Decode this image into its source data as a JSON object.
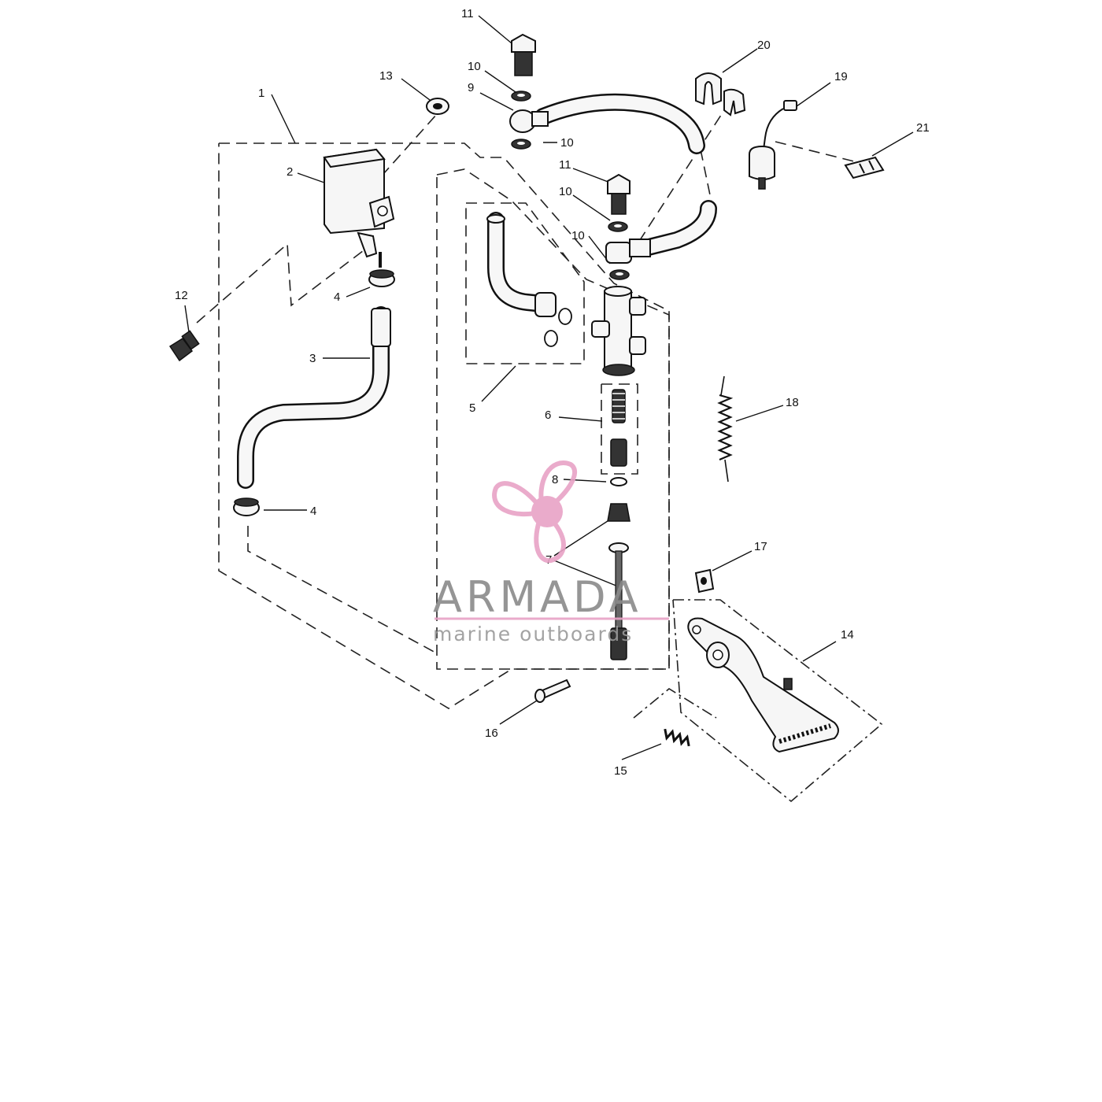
{
  "diagram": {
    "callouts": [
      {
        "id": "c1",
        "text": "1"
      },
      {
        "id": "c2",
        "text": "2"
      },
      {
        "id": "c3",
        "text": "3"
      },
      {
        "id": "c4a",
        "text": "4"
      },
      {
        "id": "c4b",
        "text": "4"
      },
      {
        "id": "c5",
        "text": "5"
      },
      {
        "id": "c6",
        "text": "6"
      },
      {
        "id": "c7",
        "text": "7"
      },
      {
        "id": "c8",
        "text": "8"
      },
      {
        "id": "c9",
        "text": "9"
      },
      {
        "id": "c10a",
        "text": "10"
      },
      {
        "id": "c10b",
        "text": "10"
      },
      {
        "id": "c10c",
        "text": "10"
      },
      {
        "id": "c10d",
        "text": "10"
      },
      {
        "id": "c11a",
        "text": "11"
      },
      {
        "id": "c11b",
        "text": "11"
      },
      {
        "id": "c12",
        "text": "12"
      },
      {
        "id": "c13",
        "text": "13"
      },
      {
        "id": "c14",
        "text": "14"
      },
      {
        "id": "c15",
        "text": "15"
      },
      {
        "id": "c16",
        "text": "16"
      },
      {
        "id": "c17",
        "text": "17"
      },
      {
        "id": "c18",
        "text": "18"
      },
      {
        "id": "c19",
        "text": "19"
      },
      {
        "id": "c20",
        "text": "20"
      },
      {
        "id": "c21",
        "text": "21"
      }
    ]
  },
  "watermark": {
    "brand": "ARMADA",
    "tagline": "marine outboards",
    "accent_color": "#e8a3c6",
    "text_color": "#8a8a8a"
  }
}
